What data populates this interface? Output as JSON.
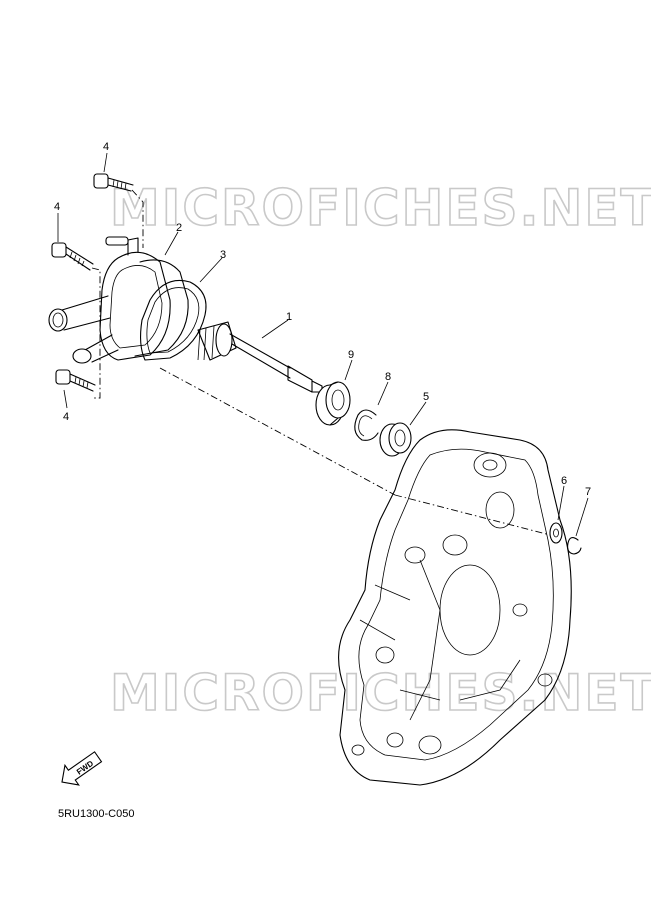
{
  "watermark": {
    "top": "MICROFICHES.NET",
    "bottom": "MICROFICHES.NET"
  },
  "callouts": {
    "p1": "1",
    "p2": "2",
    "p3": "3",
    "p4_top": "4",
    "p4_left": "4",
    "p4_bottom": "4",
    "p5": "5",
    "p6": "6",
    "p7": "7",
    "p8": "8",
    "p9": "9"
  },
  "fwd_label": "FWD",
  "diagram_code": "5RU1300-C050"
}
